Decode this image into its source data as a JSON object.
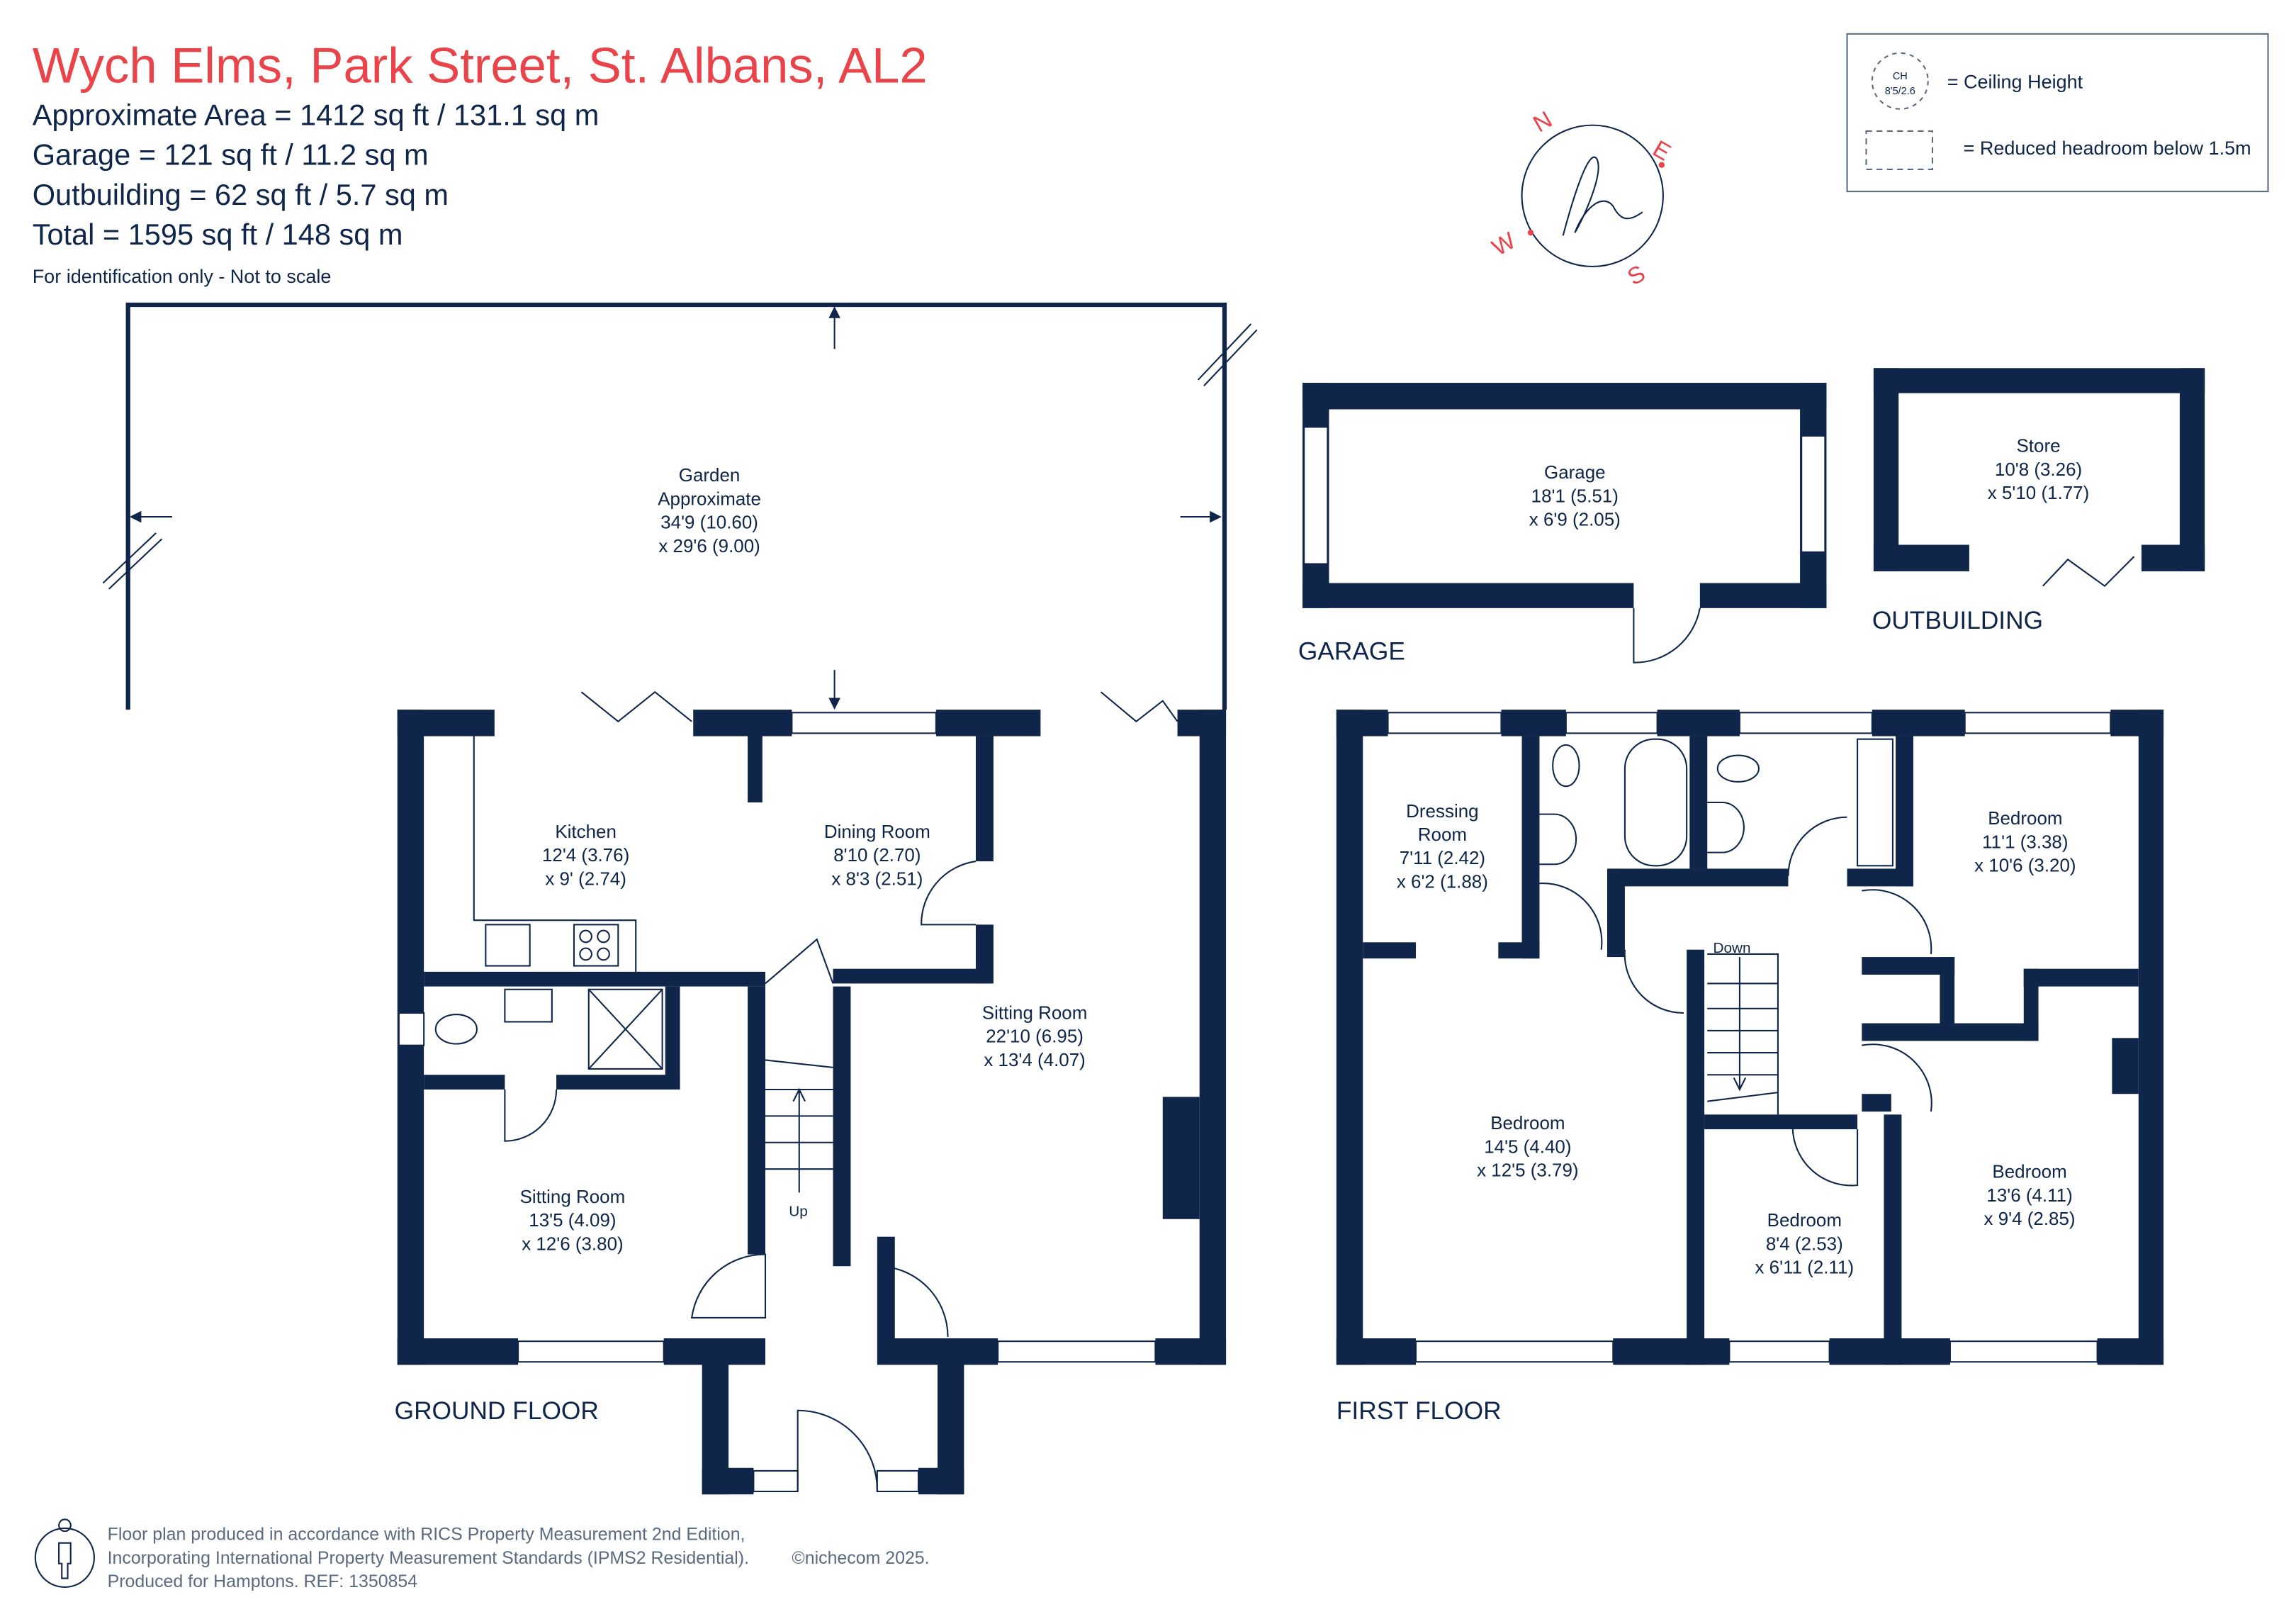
{
  "header": {
    "title": "Wych Elms, Park Street, St. Albans, AL2",
    "area_lines": [
      "Approximate Area = 1412 sq ft / 131.1 sq m",
      "Garage = 121 sq ft / 11.2 sq m",
      "Outbuilding = 62 sq ft / 5.7 sq m",
      "Total = 1595 sq ft / 148 sq m"
    ],
    "disclaimer": "For identification only - Not to scale"
  },
  "legend": {
    "ch_symbol": "CH",
    "ch_value": "8'5/2.6",
    "ceiling_label": "= Ceiling Height",
    "headroom_label": "= Reduced headroom below 1.5m"
  },
  "compass": {
    "n": "N",
    "e": "E",
    "s": "S",
    "w": "W",
    "logo": "h"
  },
  "colors": {
    "brand": "#e8444a",
    "walls": "#0f2549"
  },
  "garden": {
    "name": "Garden",
    "line2": "Approximate",
    "dim1": "34'9 (10.60)",
    "dim2": "x 29'6 (9.00)"
  },
  "ground_floor": {
    "label": "GROUND FLOOR",
    "stairs": "Up",
    "rooms": [
      {
        "name": "Kitchen",
        "dim1": "12'4 (3.76)",
        "dim2": "x 9' (2.74)"
      },
      {
        "name": "Dining Room",
        "dim1": "8'10 (2.70)",
        "dim2": "x 8'3 (2.51)"
      },
      {
        "name": "Sitting Room",
        "dim1": "22'10 (6.95)",
        "dim2": "x 13'4 (4.07)"
      },
      {
        "name": "Sitting Room",
        "dim1": "13'5 (4.09)",
        "dim2": "x 12'6 (3.80)"
      }
    ]
  },
  "garage": {
    "label": "GARAGE",
    "name": "Garage",
    "dim1": "18'1 (5.51)",
    "dim2": "x 6'9 (2.05)"
  },
  "outbuilding": {
    "label": "OUTBUILDING",
    "name": "Store",
    "dim1": "10'8 (3.26)",
    "dim2": "x 5'10 (1.77)"
  },
  "first_floor": {
    "label": "FIRST FLOOR",
    "stairs": "Down",
    "rooms": [
      {
        "name": "Dressing",
        "name2": "Room",
        "dim1": "7'11 (2.42)",
        "dim2": "x 6'2 (1.88)"
      },
      {
        "name": "Bedroom",
        "dim1": "11'1 (3.38)",
        "dim2": "x 10'6 (3.20)"
      },
      {
        "name": "Bedroom",
        "dim1": "14'5 (4.40)",
        "dim2": "x 12'5 (3.79)"
      },
      {
        "name": "Bedroom",
        "dim1": "8'4 (2.53)",
        "dim2": "x 6'11 (2.11)"
      },
      {
        "name": "Bedroom",
        "dim1": "13'6 (4.11)",
        "dim2": "x 9'4 (2.85)"
      }
    ]
  },
  "footer": {
    "line1": "Floor plan produced in accordance with RICS Property Measurement 2nd Edition,",
    "line2": "Incorporating International Property Measurement Standards (IPMS2 Residential).",
    "copyright": "©nichecom 2025.",
    "line3": "Produced for Hamptons.  REF: 1350854"
  }
}
